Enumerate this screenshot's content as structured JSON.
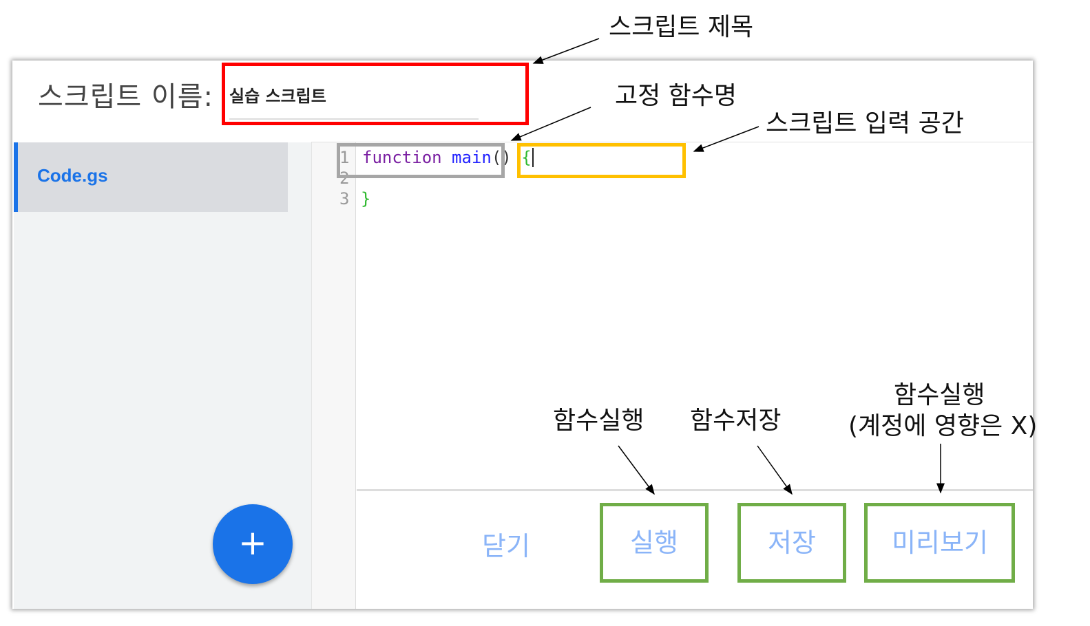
{
  "dialog": {
    "title_label": "스크립트 이름:",
    "script_name": "실습 스크립트",
    "files": [
      {
        "name": "Code.gs",
        "selected": true
      }
    ],
    "add_file_icon": "plus-icon",
    "code": {
      "line_numbers": [
        "1",
        "2",
        "3"
      ],
      "keyword": "function",
      "func_name": "main",
      "parens": "()",
      "open_brace": "{",
      "close_brace": "}"
    },
    "buttons": {
      "close": "닫기",
      "run": "실행",
      "save": "저장",
      "preview": "미리보기"
    }
  },
  "annotations": {
    "script_title": "스크립트 제목",
    "fixed_function": "고정 함수명",
    "script_input": "스크립트 입력 공간",
    "run": "함수실행",
    "save": "함수저장",
    "preview_line1": "함수실행",
    "preview_line2": "(계정에 영향은 X)"
  },
  "colors": {
    "accent": "#1a73e8",
    "button_text": "#8ab4f8",
    "red_box": "#ff0000",
    "gray_box": "#a6a6a6",
    "yellow_box": "#ffc000",
    "green_box": "#70ad47"
  }
}
